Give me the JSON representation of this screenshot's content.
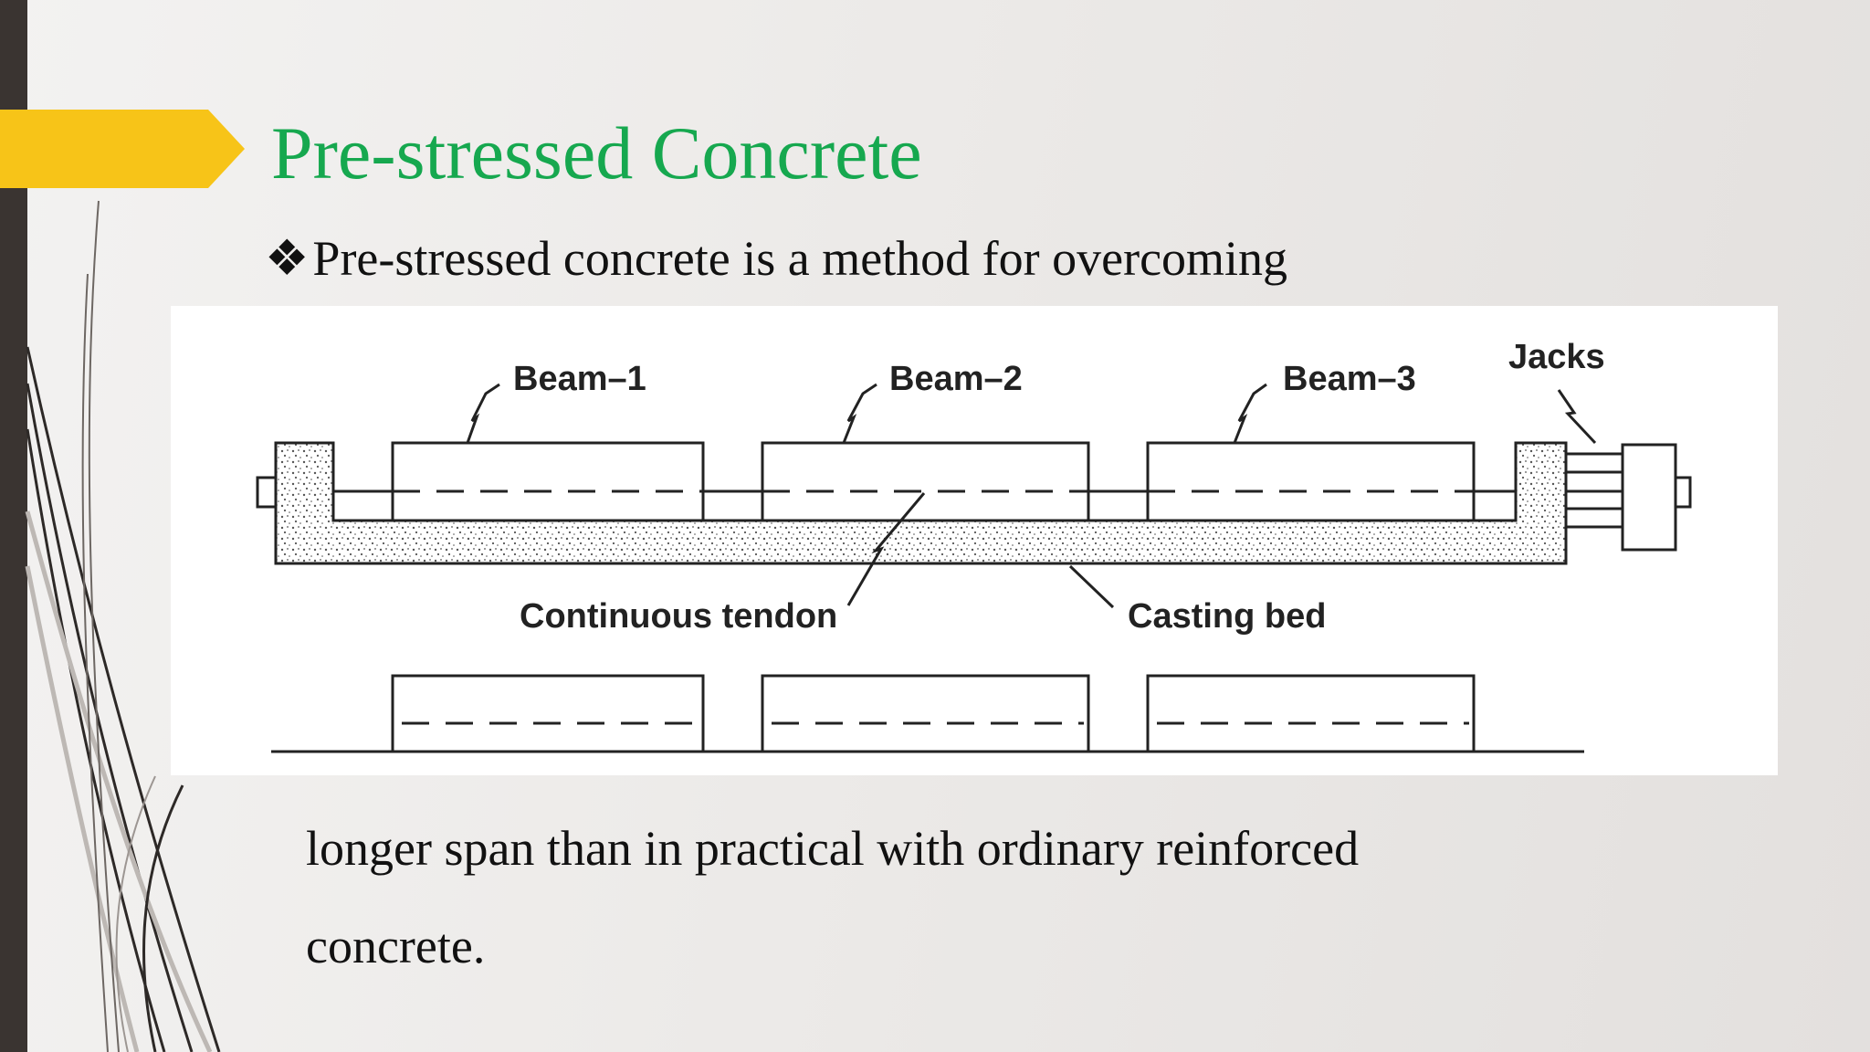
{
  "slide": {
    "title": "Pre-stressed Concrete",
    "bullet_icon": "❖",
    "bullet_text": "Pre-stressed concrete is a method for overcoming",
    "body_lines": [
      "longer span than in practical with ordinary reinforced",
      "concrete."
    ]
  },
  "figure": {
    "labels": {
      "beam1": "Beam–1",
      "beam2": "Beam–2",
      "beam3": "Beam–3",
      "jacks": "Jacks",
      "tendon": "Continuous tendon",
      "bed": "Casting bed"
    }
  },
  "colors": {
    "title": "#16a84f",
    "accent_tab": "#f7c418",
    "left_bar": "#3a3431"
  },
  "icons": {
    "bullet": "four-diamond-bullet-icon",
    "tab": "arrow-tab-icon"
  }
}
